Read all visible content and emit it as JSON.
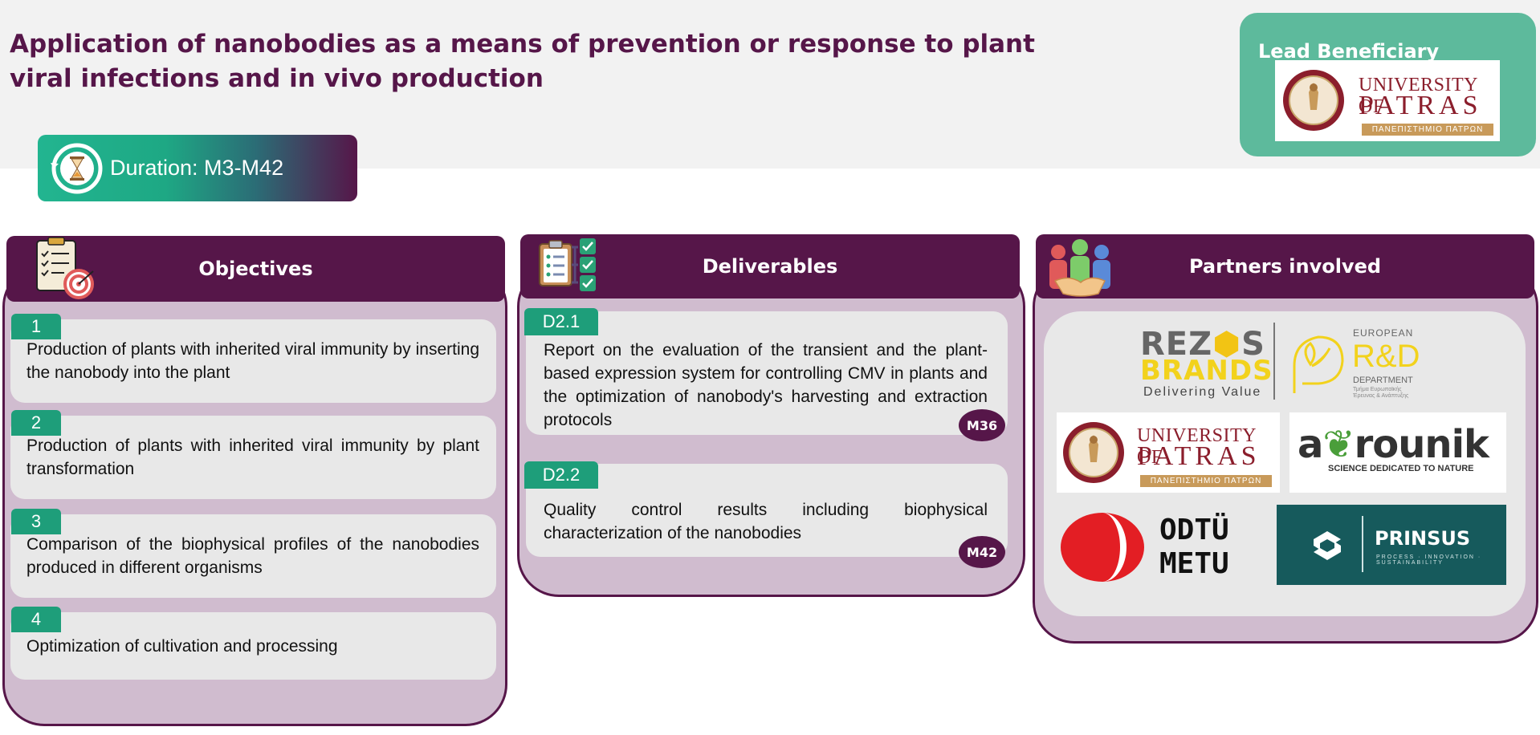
{
  "title": "Application of nanobodies as a means of prevention or response to plant viral infections and in vivo production",
  "duration": {
    "label": "Duration: M3-M42"
  },
  "lead": {
    "title": "Lead Beneficiary",
    "logo": {
      "line1": "UNIVERSITY OF",
      "line2": "PATRAS",
      "line3": "ΠΑΝΕΠΙΣΤΗΜΙΟ ΠΑΤΡΩΝ"
    }
  },
  "objectives": {
    "title": "Objectives",
    "items": [
      {
        "num": "1",
        "text": "Production of plants with inherited viral immunity by inserting the nanobody into the plant"
      },
      {
        "num": "2",
        "text": "Production of plants with inherited viral immunity by plant transformation"
      },
      {
        "num": "3",
        "text": "Comparison of the biophysical profiles of the nanobodies produced in different organisms"
      },
      {
        "num": "4",
        "text": "Optimization of cultivation and processing"
      }
    ]
  },
  "deliverables": {
    "title": "Deliverables",
    "items": [
      {
        "id": "D2.1",
        "text": "Report on the evaluation of the transient and the plant-based expression system for controlling CMV in plants and the optimization of nanobody's harvesting and extraction protocols",
        "month": "M36"
      },
      {
        "id": "D2.2",
        "text": "Quality control results including biophysical characterization of the nanobodies",
        "month": "M42"
      }
    ]
  },
  "partners": {
    "title": "Partners involved",
    "rezos": {
      "line1": "REZ",
      "line1b": "S",
      "line2": "BRANDS",
      "tagline": "Delivering Value",
      "euro1": "EUROPEAN",
      "euro2": "R&D",
      "euro3": "DEPARTMENT",
      "euro4": "Τμήμα Ευρωπαϊκής Έρευνας & Ανάπτυξης"
    },
    "patras": {
      "line1": "UNIVERSITY OF",
      "line2": "PATRAS",
      "line3": "ΠΑΝΕΠΙΣΤΗΜΙΟ ΠΑΤΡΩΝ"
    },
    "agrounik": {
      "name_a": "a",
      "name_rest": "rounik",
      "tagline": "SCIENCE DEDICATED TO NATURE"
    },
    "metu": {
      "line1": "ODTÜ",
      "line2": "METU"
    },
    "prinsus": {
      "name": "PRINSUS",
      "tagline": "PROCESS · INNOVATION · SUSTAINABILITY"
    }
  },
  "colors": {
    "primary": "#561649",
    "accent": "#1e9e7a",
    "panel": "#d0bccf",
    "card": "#e8e8e8",
    "lead": "#5dba9c"
  }
}
